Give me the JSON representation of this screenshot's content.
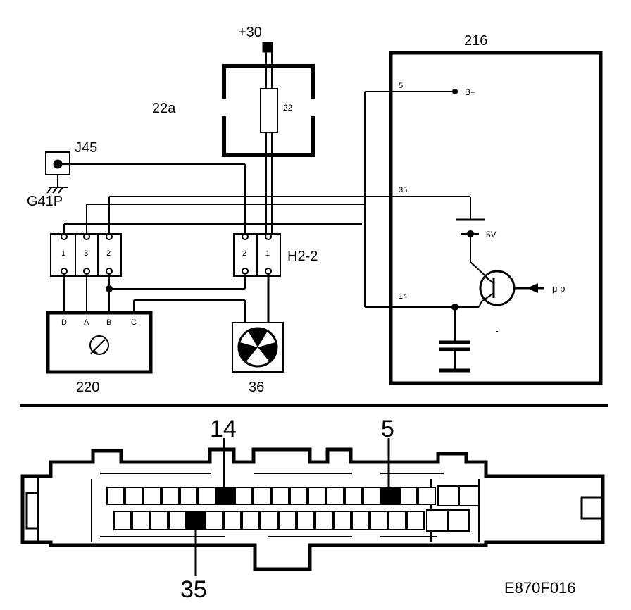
{
  "schematic": {
    "supply_label": "+30",
    "fuse_box_label": "22a",
    "fuse_label": "22",
    "control_unit_label": "216",
    "pin_5_label": "5",
    "pin_35_label": "35",
    "pin_14_label": "14",
    "b_plus_label": "B+",
    "five_volt_label": "5V",
    "micro_label": "μ p",
    "jack_label": "J45",
    "ground_label": "G41P",
    "connector_h2_label": "H2-2",
    "connector_left_pins": [
      "1",
      "3",
      "2"
    ],
    "connector_h2_pins": [
      "2",
      "1"
    ],
    "sensor_label": "220",
    "sensor_pins": [
      "D",
      "A",
      "B",
      "C"
    ],
    "fan_label": "36"
  },
  "connector_view": {
    "pin_14_label": "14",
    "pin_5_label": "5",
    "pin_35_label": "35"
  },
  "figure_id": "E870F016"
}
